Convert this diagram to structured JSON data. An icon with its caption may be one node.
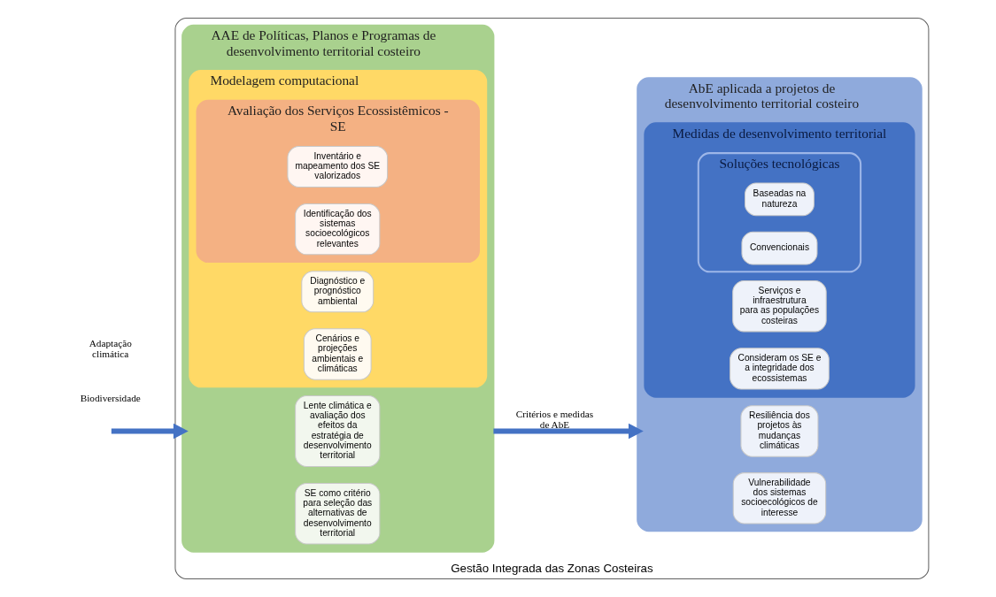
{
  "diagram": {
    "nodes": [
      {
        "text": [
          "Gestão Integrada das Zonas Costeiras"
        ]
      },
      {
        "text": [
          "AAE de Políticas, Planos e Programas de desenvolvimento territorial costeiro"
        ],
        "in": 0
      },
      {
        "text": [
          "Lente climática e avaliação dos efeitos da estratégia de desenvolvimento territorial"
        ],
        "in": 1
      },
      {
        "text": [
          "SE como critério para seleção das alternativas de desenvolvimento territorial"
        ],
        "in": 1
      },
      {
        "text": [
          "Modelagem computacional"
        ],
        "in": 1
      },
      {
        "text": [
          "Diagnóstico e prognóstico ambiental"
        ],
        "in": 4
      },
      {
        "text": [
          "Cenários e projeções ambientais e climáticas"
        ],
        "in": 4
      },
      {
        "text": [
          "Avaliação dos Serviços Ecossistêmicos - SE"
        ],
        "in": 4
      },
      {
        "text": [
          "Inventário e mapeamento dos SE valorizados"
        ],
        "in": 7
      },
      {
        "text": [
          "Identificação dos sistemas socioecológicos relevantes"
        ],
        "in": 7
      },
      {
        "text": [
          "AbE aplicada a projetos de desenvolvimento territorial costeiro"
        ],
        "in": 0
      },
      {
        "text": [
          "Resiliência dos projetos às mudanças climáticas"
        ],
        "in": 10
      },
      {
        "text": [
          "Vulnerabilidade dos sistemas socioecológicos de interesse"
        ],
        "in": 10
      },
      {
        "text": [
          "Medidas de desenvolvimento territorial"
        ],
        "in": 10
      },
      {
        "text": [
          "Serviços e infraestrutura para as populações costeiras"
        ],
        "in": 13
      },
      {
        "text": [
          "Consideram os SE e a integridade dos ecossistemas"
        ],
        "in": 13
      },
      {
        "text": [
          "Soluções tecnológicas"
        ],
        "in": 13
      },
      {
        "text": [
          "Baseadas na natureza"
        ],
        "in": 16
      },
      {
        "text": [
          "Convencionais"
        ],
        "in": 16
      }
    ],
    "edges": [
      {
        "from": null,
        "to": 1,
        "arrow": "to"
      },
      {
        "from": 1,
        "to": 10,
        "arrow": "to",
        "label": "Critérios e medidas de AbE"
      }
    ],
    "labels": [
      "Biodiversidade",
      "Adaptação climática"
    ]
  }
}
